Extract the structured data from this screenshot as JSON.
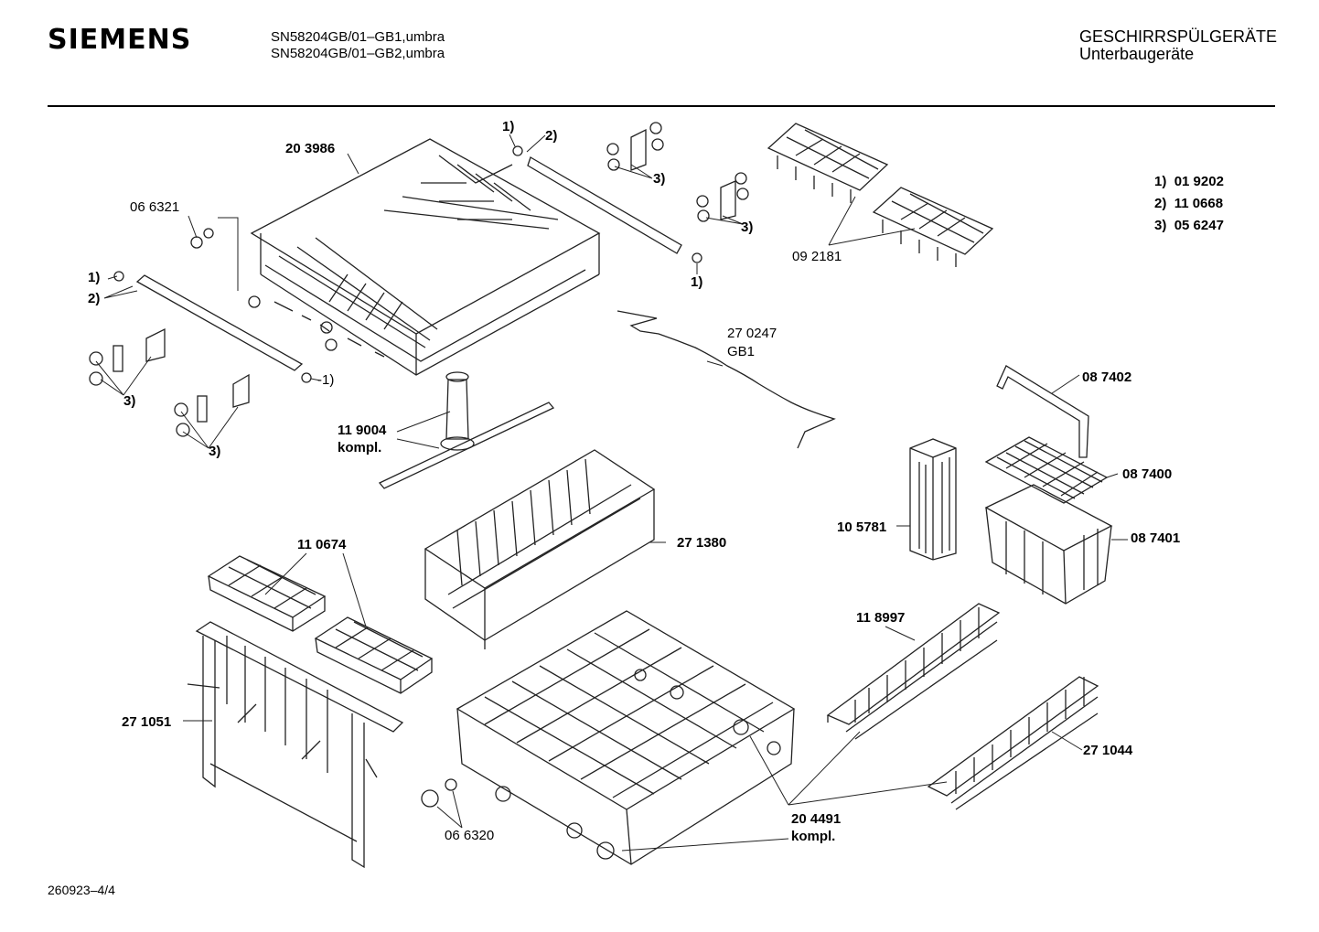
{
  "header": {
    "brand": "SIEMENS",
    "models": [
      "SN58204GB/01–GB1,umbra",
      "SN58204GB/01–GB2,umbra"
    ],
    "category": "GESCHIRRSPÜLGERÄTE",
    "subcategory": "Unterbaugeräte"
  },
  "legend": [
    {
      "marker": "1)",
      "part": "01 9202"
    },
    {
      "marker": "2)",
      "part": "11 0668"
    },
    {
      "marker": "3)",
      "part": "05 6247"
    }
  ],
  "parts": {
    "upper_basket": "20 3986",
    "roller_left": "06 6321",
    "cup_racks": "09 2181",
    "wire_guide": "27 0247",
    "wire_guide_variant": "GB1",
    "spray_arm": "11 9004",
    "spray_arm_note": "kompl.",
    "handle": "08 7402",
    "cutlery_lid": "08 7400",
    "cutlery_basket": "08 7401",
    "cutlery_insert": "10 5781",
    "plate_rack": "27 1380",
    "small_racks": "11 0674",
    "tip_rack": "11 8997",
    "frame_rack": "27 1051",
    "tip_rack_2": "27 1044",
    "lower_basket": "20 4491",
    "lower_basket_note": "kompl.",
    "roller_bottom": "06 6320"
  },
  "callouts": {
    "m1": "1)",
    "m2": "2)",
    "m3": "3)",
    "m1b": "1)",
    "m3b": "3)",
    "m1c": "1)",
    "m2c": "2)",
    "m1d": "-1)",
    "m3c": "3)",
    "m3d": "3)"
  },
  "footer": "260923–4/4"
}
